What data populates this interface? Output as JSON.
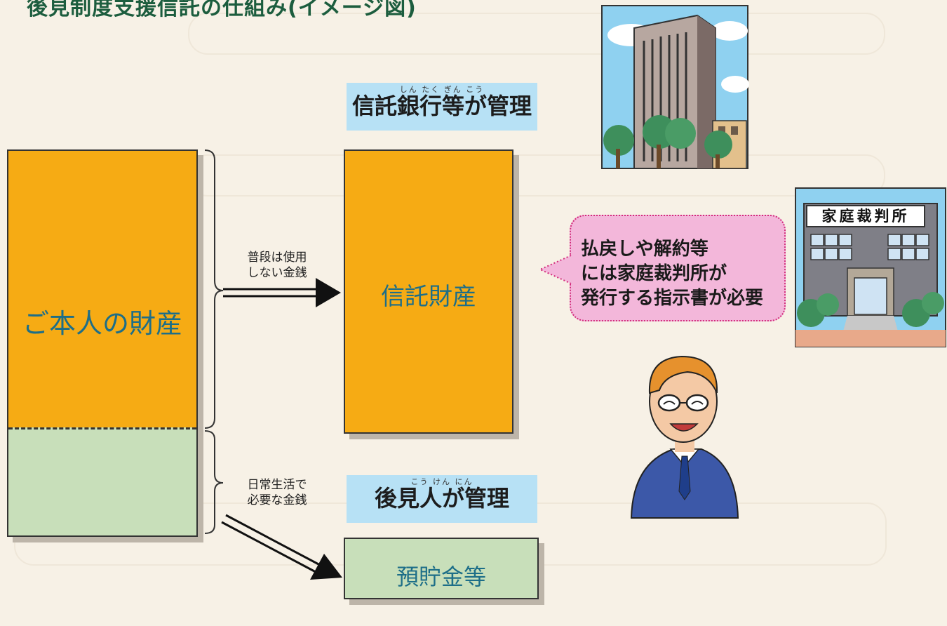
{
  "title": "後見制度支援信託の仕組み(イメージ図)",
  "own_property": "ご本人の財産",
  "trust_header": {
    "ruby": "しん たく ぎん こう",
    "label": "信託銀行等が管理"
  },
  "trust_property": "信託財産",
  "unused_money": [
    "普段は使用",
    "しない金銭"
  ],
  "guardian_header": {
    "ruby": "こう けん にん",
    "label": "後見人が管理"
  },
  "daily_money": [
    "日常生活で",
    "必要な金銭"
  ],
  "deposits": "預貯金等",
  "bubble": [
    "払戻しや解約等",
    "には家庭裁判所が",
    "発行する指示書が必要"
  ],
  "court_sign": "家庭裁判所",
  "colors": {
    "orange": "#f6ab14",
    "green": "#c8dfba",
    "label_blue": "#b7e1f5",
    "bubble_pink": "#f3b7da",
    "bubble_border": "#d22d7c",
    "text_teal": "#1d6e88"
  },
  "icons": [
    "office-building-icon",
    "family-court-building-icon",
    "guardian-person-icon"
  ]
}
